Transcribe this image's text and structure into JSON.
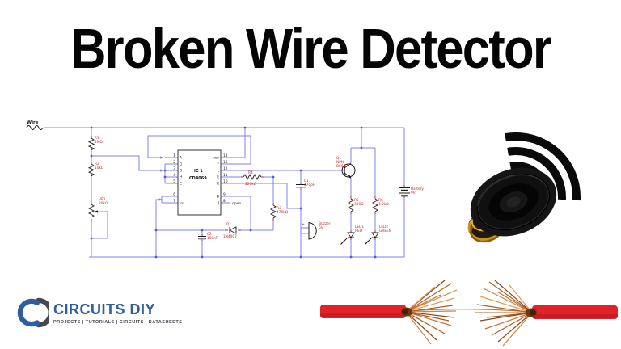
{
  "title": "Broken Wire Detector",
  "schematic": {
    "wire_label": "Wire",
    "ic": {
      "ref": "IC 1",
      "part": "CD4069",
      "pin8_note": "open",
      "left_pins": [
        {
          "num": "1",
          "name": "A"
        },
        {
          "num": "2",
          "name": "G"
        },
        {
          "num": "3",
          "name": "B"
        },
        {
          "num": "4",
          "name": "H"
        },
        {
          "num": "5",
          "name": "C"
        },
        {
          "num": "6",
          "name": "I"
        },
        {
          "num": "7",
          "name": "Vss"
        }
      ],
      "right_pins": [
        {
          "num": "14",
          "name": "VDD"
        },
        {
          "num": "13",
          "name": "F"
        },
        {
          "num": "12",
          "name": "L"
        },
        {
          "num": "11",
          "name": "E"
        },
        {
          "num": "10",
          "name": "K"
        },
        {
          "num": "9",
          "name": "D"
        },
        {
          "num": "8",
          "name": "J"
        }
      ]
    },
    "components": {
      "r1": {
        "ref": "R1",
        "value": "1MΩ"
      },
      "r2": {
        "ref": "R2",
        "value": "10kΩ"
      },
      "vr1": {
        "ref": "VR1",
        "value": "20kΩ"
      },
      "r3": {
        "ref": "R3",
        "value": "470kΩ"
      },
      "r4": {
        "ref": "R4",
        "value": "220kΩ"
      },
      "r5": {
        "ref": "R5",
        "value": "330Ω"
      },
      "r6": {
        "ref": "R6",
        "value": "1.2kΩ"
      },
      "c1": {
        "ref": "C1",
        "value": "470pF"
      },
      "c2": {
        "ref": "C2",
        "value": "100nF"
      },
      "d1": {
        "ref": "D1",
        "value": "1N4007"
      },
      "q1": {
        "ref": "Q1",
        "type": "NPN",
        "part": "BC547"
      },
      "buzzer": {
        "ref": "Buzzer",
        "value": "6V",
        "plus": "+"
      },
      "led1": {
        "ref": "LED1",
        "value": "RED"
      },
      "led2": {
        "ref": "LED2",
        "value": "GREEN"
      },
      "battery": {
        "ref": "Battery",
        "value": "9V"
      }
    }
  },
  "logo": {
    "brand": "CIRCUITS DIY",
    "tagline": "PROJECTS | TUTORIALS | CIRCUITS | DATASHEETS"
  },
  "colors": {
    "wire_blue": "#8080f0",
    "label_red": "#c22a2a",
    "title_black": "#050505",
    "brand_blue": "#2e5e9e",
    "brand_gray": "#474750",
    "insulation_red": "#e32129",
    "copper": "#c87137"
  }
}
